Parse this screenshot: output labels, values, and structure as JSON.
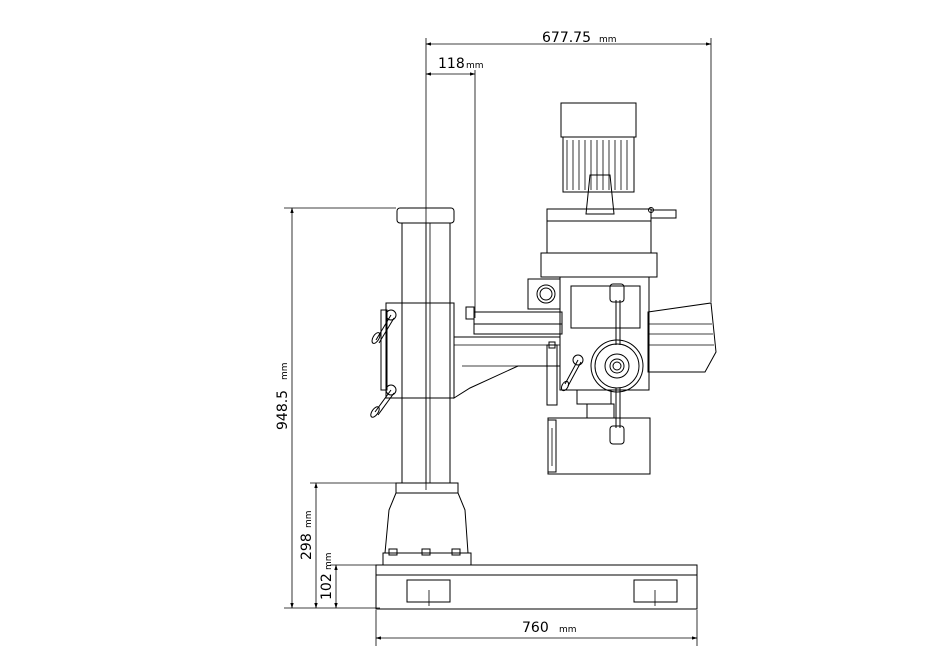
{
  "drawing": {
    "dimensions": {
      "overall_reach": {
        "value": "677.75",
        "unit": "mm"
      },
      "column_offset": {
        "value": "118",
        "unit": "mm"
      },
      "total_height": {
        "value": "948.5",
        "unit": "mm"
      },
      "base_to_column": {
        "value": "298",
        "unit": "mm"
      },
      "base_height": {
        "value": "102",
        "unit": "mm"
      },
      "base_width": {
        "value": "760",
        "unit": "mm"
      }
    }
  }
}
